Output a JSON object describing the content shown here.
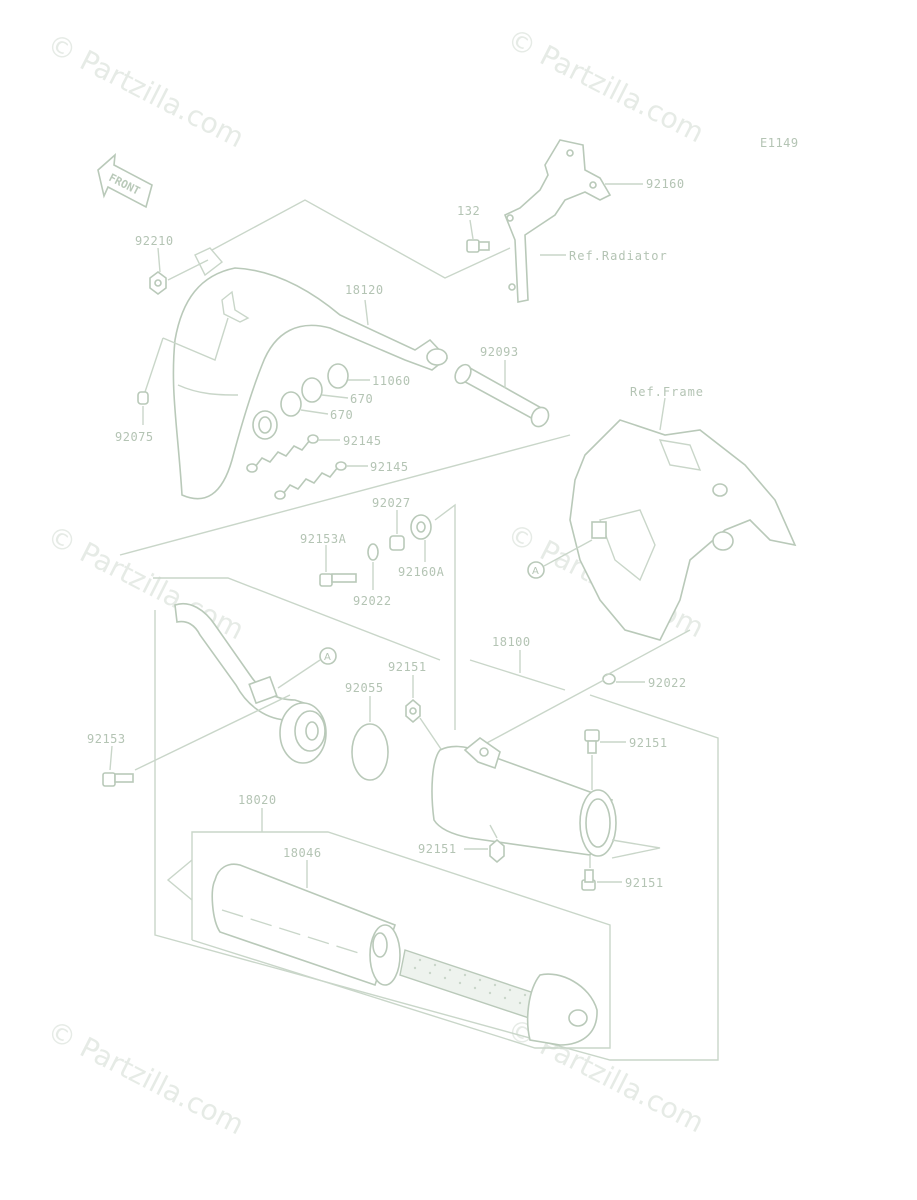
{
  "diagram": {
    "code": "E1149",
    "front_label": "FRONT",
    "watermark": "© Partzilla.com",
    "labels": {
      "p92160": "92160",
      "p132": "132",
      "ref_radiator": "Ref.Radiator",
      "p92210": "92210",
      "p18120": "18120",
      "p11060": "11060",
      "p670a": "670",
      "p670b": "670",
      "p92093": "92093",
      "p92075": "92075",
      "p92145a": "92145",
      "p92145b": "92145",
      "ref_frame": "Ref.Frame",
      "p92027": "92027",
      "p92153a": "92153A",
      "p92160a": "92160A",
      "p92022a": "92022",
      "p18100": "18100",
      "p92022b": "92022",
      "p92151a": "92151",
      "p92055": "92055",
      "p92153": "92153",
      "p92151b": "92151",
      "p18020": "18020",
      "p18046": "18046",
      "p92151c": "92151",
      "p92151d": "92151",
      "callout_a1": "A",
      "callout_a2": "A"
    }
  }
}
